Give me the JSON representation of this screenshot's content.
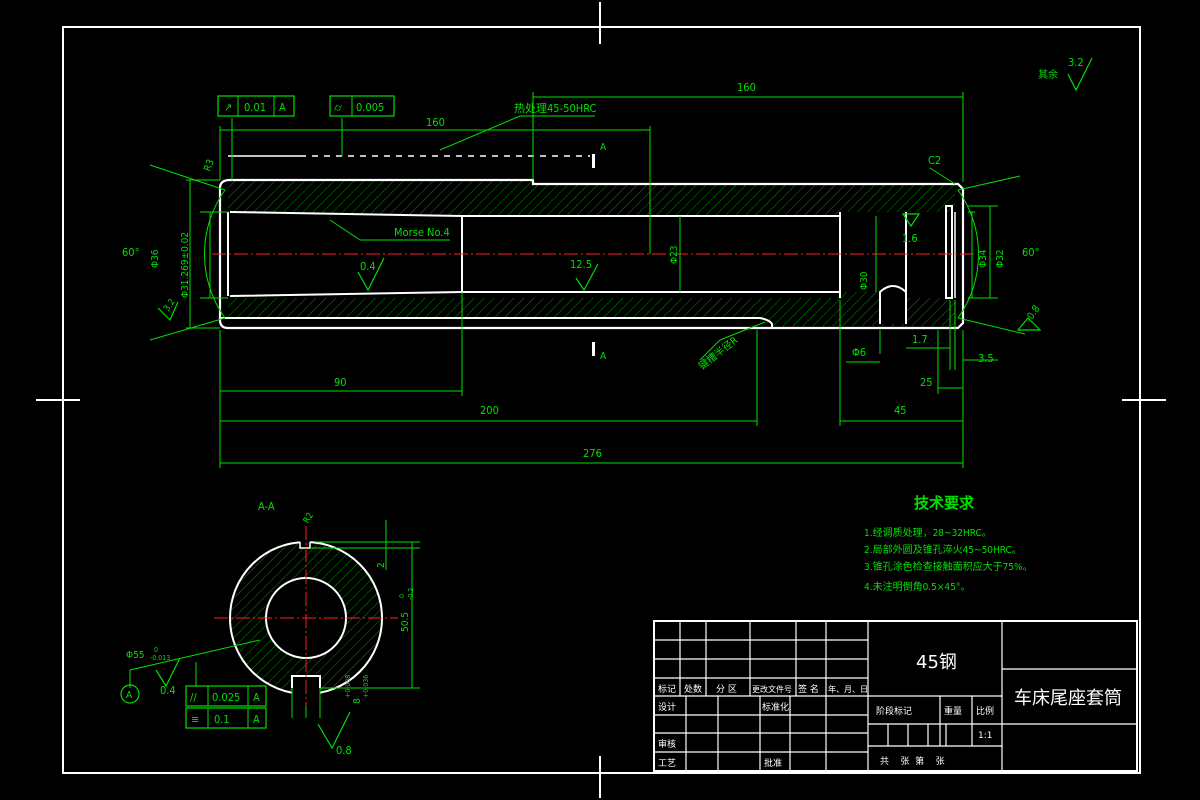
{
  "drawing": {
    "main_view": {
      "dims": {
        "overall_length": "276",
        "len_200": "200",
        "len_90": "90",
        "len_160_top": "160",
        "len_160_upper": "160",
        "len_45": "45",
        "len_25": "25",
        "len_3_5": "3.5",
        "len_1_7": "1.7",
        "dia_6": "Φ6",
        "angle_left": "60°",
        "angle_right": "60°",
        "dia_36": "Φ36",
        "dia_31_269": "Φ31.269±0.02",
        "dia_23": "Φ23",
        "dia_30": "Φ30",
        "dia_34": "Φ34",
        "dia_32": "Φ32",
        "chamfer_c2": "C2",
        "r3": "R3"
      },
      "annotations": {
        "heat_treatment": "热处理45-50HRC",
        "morse": "Morse No.4",
        "keyway_note": "键槽半径R",
        "section_mark": "A"
      },
      "roughness": {
        "r_0_4": "0.4",
        "r_12_5": "12.5",
        "r_1_6": "1.6",
        "r_0_8": "0.8",
        "r_3_2": "3.2",
        "r_3_2_left": "3.2",
        "rest_label": "其余"
      },
      "tolerance_frames": [
        {
          "symbol": "↗",
          "value": "0.01",
          "datum": "A"
        },
        {
          "symbol": "⌭",
          "value": "0.005",
          "datum": ""
        }
      ]
    },
    "section_view": {
      "label": "A-A",
      "dims": {
        "outer": "Φ55",
        "outer_tol": "-0.013",
        "outer_tol_top": "0",
        "height": "50.5",
        "height_tol": "-0.2",
        "height_tol_top": "0",
        "slot_width": "8",
        "slot_tol_top": "+0.098",
        "slot_tol_bottom": "+0.036",
        "groove": "2",
        "r2": "R2"
      },
      "roughness": {
        "r_0_4": "0.4",
        "r_0_8": "0.8"
      },
      "datum": "A",
      "tolerance_frames": [
        {
          "symbol": "//",
          "value": "0.025",
          "datum": "A"
        },
        {
          "symbol": "≡",
          "value": "0.1",
          "datum": "A"
        }
      ]
    },
    "technical_requirements": {
      "title": "技术要求",
      "items": [
        "1.经调质处理，28~32HRC。",
        "2.局部外圆及锥孔淬火45~50HRC。",
        "3.锥孔涂色检查接触面积应大于75%。",
        "4.未注明倒角0.5×45°。"
      ]
    },
    "title_block": {
      "material": "45钢",
      "part_name": "车床尾座套筒",
      "rev_headers": [
        "标记",
        "处数",
        "分 区",
        "更改文件号",
        "签 名",
        "年、月、日"
      ],
      "row_design": "设计",
      "row_standard": "标准化",
      "row_review": "审核",
      "row_process": "工艺",
      "row_approve": "批准",
      "stage_mark": "阶段标记",
      "weight": "重量",
      "scale": "比例",
      "scale_value": "1:1",
      "sheets": "共    张  第    张"
    }
  }
}
